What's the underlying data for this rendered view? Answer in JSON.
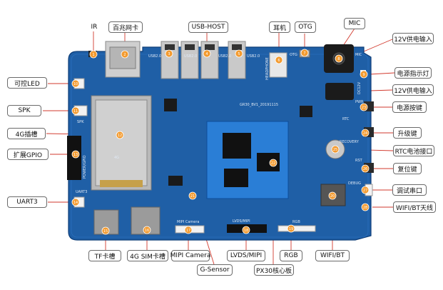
{
  "colors": {
    "board": "#1f5fa6",
    "board_edge": "#0d3d78",
    "silk": "#dfe9f5",
    "marker": "#f39a2e",
    "leader": "#d23a2e",
    "chip": "#222222",
    "metal": "#c9c9c9"
  },
  "labels": {
    "ir": "IR",
    "ethernet": "百兆网卡",
    "usb_host": "USB-HOST",
    "earphone": "耳机",
    "otg": "OTG",
    "mic": "MIC",
    "power_in_top": "12V供电输入",
    "power_led": "电源指示灯",
    "power_in_mid": "12V供电输入",
    "led": "可控LED",
    "power_key": "电源按键",
    "spk": "SPK",
    "upgrade_key": "升级键",
    "slot_4g": "4G插槽",
    "rtc_battery": "RTC电池接口",
    "gpio": "扩展GPIO",
    "reset_key": "复位键",
    "debug_uart": "调试串口",
    "uart3": "UART3",
    "wifi_antenna": "WIFI/BT天线",
    "tf_slot": "TF卡槽",
    "sim_slot": "4G SIM卡槽",
    "mipi_camera": "MIPI Camera",
    "lvds_mipi": "LVDS/MIPI",
    "rgb": "RGB",
    "wifi_bt": "WIFI/BT",
    "g_sensor": "G-Sensor",
    "core_board": "PX30核心板"
  },
  "markers": [
    "1",
    "2",
    "3",
    "4",
    "5",
    "6",
    "7",
    "8",
    "9",
    "10",
    "11",
    "12",
    "13",
    "14",
    "15",
    "16",
    "17",
    "18",
    "19",
    "20",
    "21",
    "22",
    "23",
    "24",
    "25",
    "26",
    "27",
    "28"
  ],
  "silkscreen": {
    "usb20_a": "USB2.0",
    "usb20_b": "USB2.0",
    "usb20_c": "USB2.0",
    "usb20_d": "USB2.0",
    "headphone": "HEADPHONE",
    "otg": "OTG",
    "model": "GR30_BV1_20191115",
    "rtc": "RTC",
    "recovery": "RECOVERY",
    "rst": "RST",
    "pwr": "PWR",
    "debug": "DEBUG",
    "spk": "SPK",
    "power_gpio": "POWER/GPIO",
    "uart3": "UART3",
    "slot_4g": "4G",
    "mipi_camera": "MIPI Camera",
    "lvds_mipi": "LVDS/MIPI",
    "rgb": "RGB",
    "mic": "MIC",
    "dc12v": "DC12V"
  }
}
